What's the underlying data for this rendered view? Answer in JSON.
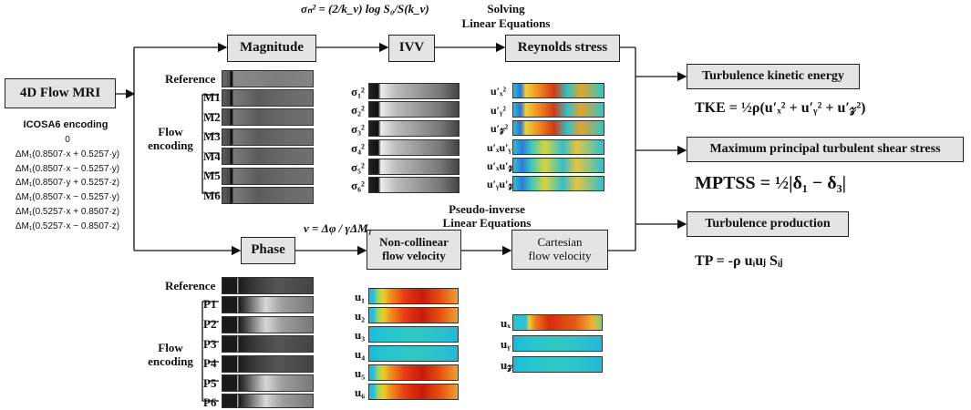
{
  "formulas": {
    "sigma": "σₙ² = (2/k_v) log S₀/S(k_v)",
    "velocity": "v = Δφ / γΔM₁",
    "tke": "TKE = ½ρ(u′ₓ² + u′ᵧ² + u′𝓏²)",
    "mptss": "MPTSS = ½|δ₁ − δ₃|",
    "tp": "TP = -ρ uᵢuⱼ Sᵢⱼ"
  },
  "headers": {
    "solving": "Solving\nLinear Equations",
    "pseudo": "Pseudo-inverse\nLinear Equations"
  },
  "boxes": {
    "mri": "4D Flow MRI",
    "magnitude": "Magnitude",
    "ivv": "IVV",
    "reynolds": "Reynolds stress",
    "phase": "Phase",
    "noncollinear": "Non-collinear\nflow velocity",
    "cartesian": "Cartesian\nflow velocity",
    "tke": "Turbulence kinetic energy",
    "mptss": "Maximum principal turbulent shear stress",
    "tp": "Turbulence production"
  },
  "encoding": {
    "title": "ICOSA6 encoding",
    "lines": [
      "0",
      "ΔM₁(0.8507·x + 0.5257·y)",
      "ΔM₁(0.8507·x − 0.5257·y)",
      "ΔM₁(0.8507·y + 0.5257·z)",
      "ΔM₁(0.8507·x − 0.5257·y)",
      "ΔM₁(0.5257·x + 0.8507·z)",
      "ΔM₁(0.5257·x − 0.8507·z)"
    ]
  },
  "magnitude_labels": [
    "Reference",
    "M1",
    "M2",
    "M3",
    "M4",
    "M5",
    "M6"
  ],
  "flow_encoding_label": "Flow\nencoding",
  "ivv_labels": [
    "σ₁²",
    "σ₂²",
    "σ₃²",
    "σ₄²",
    "σ₅²",
    "σ₆²"
  ],
  "reynolds_labels": [
    "u′ₓ²",
    "u′ᵧ²",
    "u′𝓏²",
    "u′ₓu′ᵧ",
    "u′ₓu′𝓏",
    "u′ᵧu′𝓏"
  ],
  "phase_labels": [
    "Reference",
    "P1",
    "P2",
    "P3",
    "P4",
    "P5",
    "P6"
  ],
  "velocity_labels": [
    "u₁",
    "u₂",
    "u₃",
    "u₄",
    "u₅",
    "u₆"
  ],
  "cartesian_labels": [
    "uₓ",
    "uᵧ",
    "u𝓏"
  ]
}
